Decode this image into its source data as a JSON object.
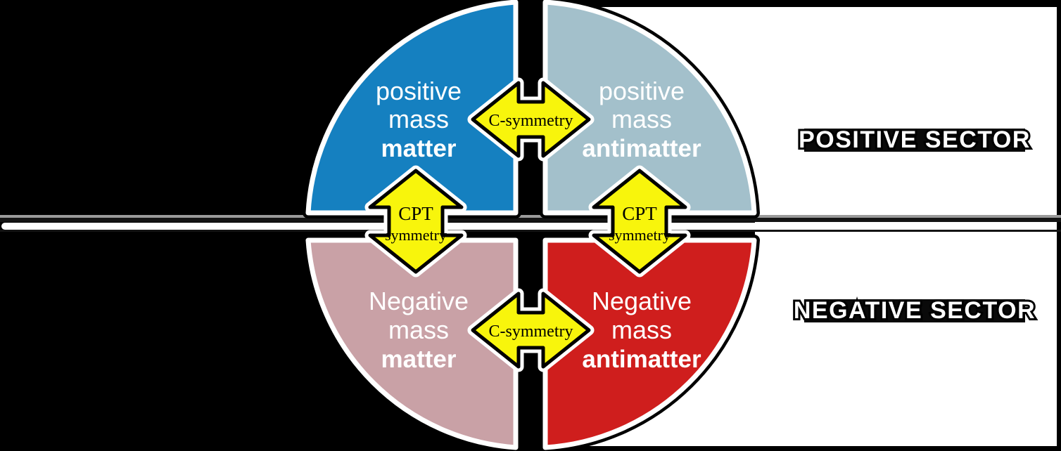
{
  "colors": {
    "background": "#000000",
    "panel_white": "#ffffff",
    "blue": "#1580c0",
    "steel": "#a3c0cb",
    "mauve": "#c9a1a6",
    "red": "#cf1e1d",
    "yellow": "#f8f50c",
    "label_band": "#0a0a0a",
    "divider_gray": "#9a9a9a",
    "divider_dark": "#141414",
    "divider_white": "#ffffff"
  },
  "quadrants": {
    "top_left": {
      "line1": "positive",
      "line2": "mass",
      "line3": "matter"
    },
    "top_right": {
      "line1": "positive",
      "line2": "mass",
      "line3": "antimatter"
    },
    "bottom_left": {
      "line1": "Negative",
      "line2": "mass",
      "line3": "matter"
    },
    "bottom_right": {
      "line1": "Negative",
      "line2": "mass",
      "line3": "antimatter"
    }
  },
  "arrows": {
    "c_top": {
      "label": "C-symmetry"
    },
    "c_bottom": {
      "label": "C-symmetry"
    },
    "cpt_left": {
      "line1": "CPT",
      "line2": "symmetry"
    },
    "cpt_right": {
      "line1": "CPT",
      "line2": "symmetry"
    }
  },
  "sectors": {
    "positive_label": "POSITIVE SECTOR",
    "negative_label": "NEGATIVE SECTOR"
  }
}
